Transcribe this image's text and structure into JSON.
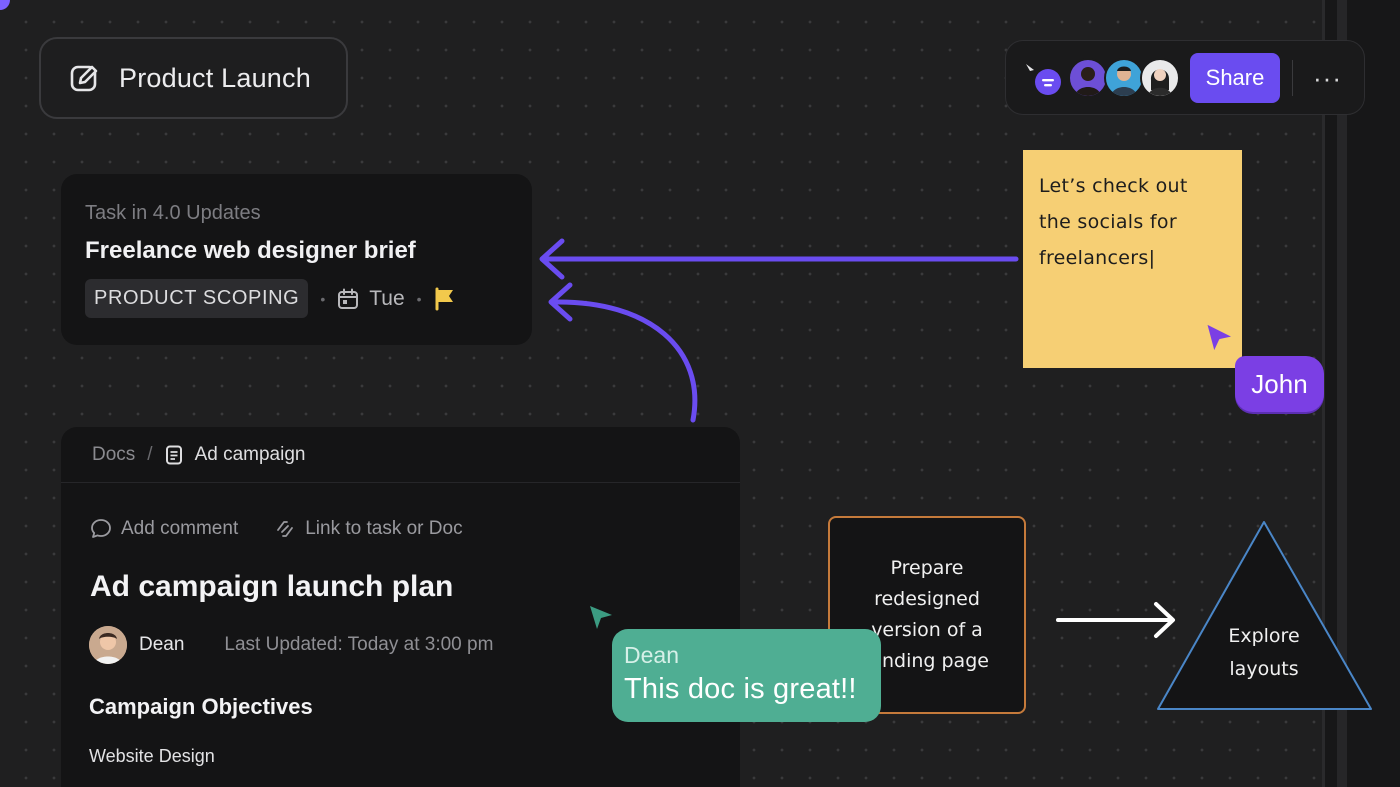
{
  "board": {
    "title": "Product Launch",
    "title_icon": "pen-square-icon"
  },
  "toolbar": {
    "chat_icon": "comment-icon",
    "avatars": [
      "user-avatar-1",
      "user-avatar-2",
      "user-avatar-3"
    ],
    "share_label": "Share",
    "more_label": "···",
    "accent_color": "#6a4cf0"
  },
  "task_card": {
    "kicker": "Task in 4.0 Updates",
    "title": "Freelance web designer brief",
    "tag": "PRODUCT SCOPING",
    "date": "Tue",
    "flag_color": "#f2c94c"
  },
  "doc_card": {
    "breadcrumb_root": "Docs",
    "breadcrumb_sep": "/",
    "breadcrumb_current": "Ad campaign",
    "action_comment": "Add comment",
    "action_link": "Link to task or Doc",
    "title": "Ad campaign launch plan",
    "author": "Dean",
    "updated": "Last Updated: Today at 3:00 pm",
    "section_title": "Campaign Objectives",
    "section_item": "Website Design"
  },
  "sticky_note": {
    "lines": [
      "Let’s check out",
      "the socials for",
      "freelancers|"
    ],
    "color": "#f6cf74"
  },
  "cursor_john": {
    "name": "John",
    "color": "#7b3fe4"
  },
  "comment_dean": {
    "name": "Dean",
    "text": "This doc is great!!",
    "color": "#4fae93"
  },
  "prepare_box": {
    "lines": [
      "Prepare",
      "redesigned",
      "version of a",
      "landing page"
    ],
    "border_color": "#c57a3b"
  },
  "triangle": {
    "lines": [
      "Explore",
      "layouts"
    ],
    "border_color": "#4a86c7"
  }
}
